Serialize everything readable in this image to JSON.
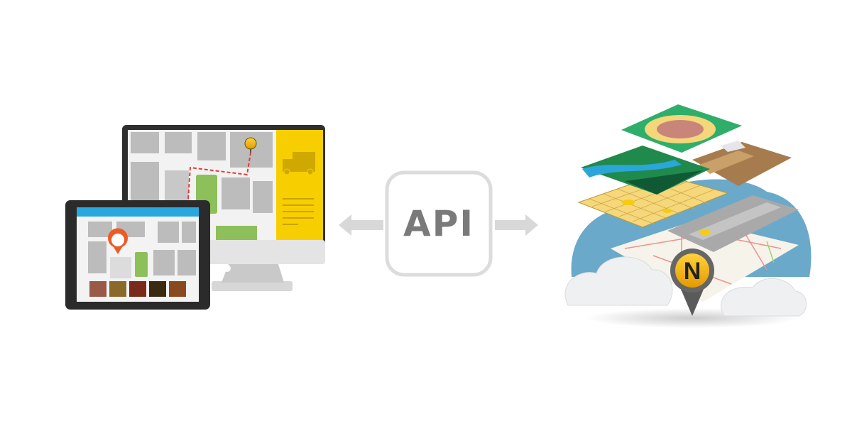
{
  "center": {
    "label": "API",
    "box_stroke": "#dddddd",
    "text_color": "#7a7a7a",
    "arrows": [
      "left",
      "right"
    ]
  },
  "left_devices": {
    "monitor": {
      "screen": "map-with-route",
      "sidebar_color": "#f7cf00",
      "icon": "truck-icon"
    },
    "tablet": {
      "header_color": "#29a8e0",
      "pin_color": "#ee5a24",
      "photo_count": 5
    }
  },
  "right_cloud": {
    "cloud_color": "#6aa9c9",
    "layers": [
      "terrain",
      "land-cover",
      "land-use",
      "grid",
      "roads",
      "street-map"
    ],
    "pin_label": "N",
    "pin_color": "#f5b400"
  }
}
